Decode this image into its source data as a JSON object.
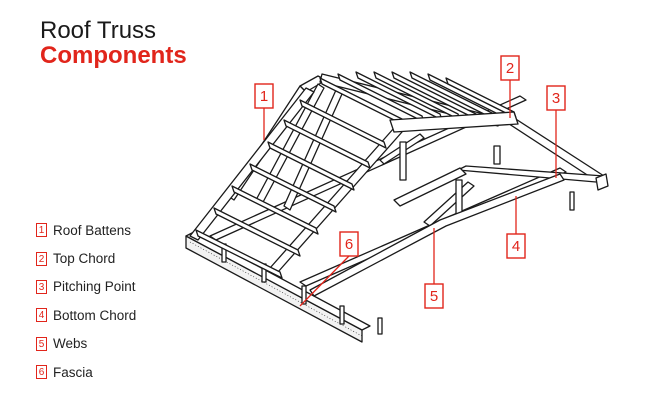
{
  "title": {
    "line1": "Roof Truss",
    "line2": "Components"
  },
  "legend": [
    {
      "num": "1",
      "label": "Roof Battens"
    },
    {
      "num": "2",
      "label": "Top Chord"
    },
    {
      "num": "3",
      "label": "Pitching Point"
    },
    {
      "num": "4",
      "label": "Bottom Chord"
    },
    {
      "num": "5",
      "label": "Webs"
    },
    {
      "num": "6",
      "label": "Fascia"
    }
  ],
  "callouts": [
    "1",
    "2",
    "3",
    "4",
    "5",
    "6"
  ],
  "colors": {
    "accent": "#e1251b",
    "line": "#1a1a1a",
    "text": "#1a1a1a"
  }
}
